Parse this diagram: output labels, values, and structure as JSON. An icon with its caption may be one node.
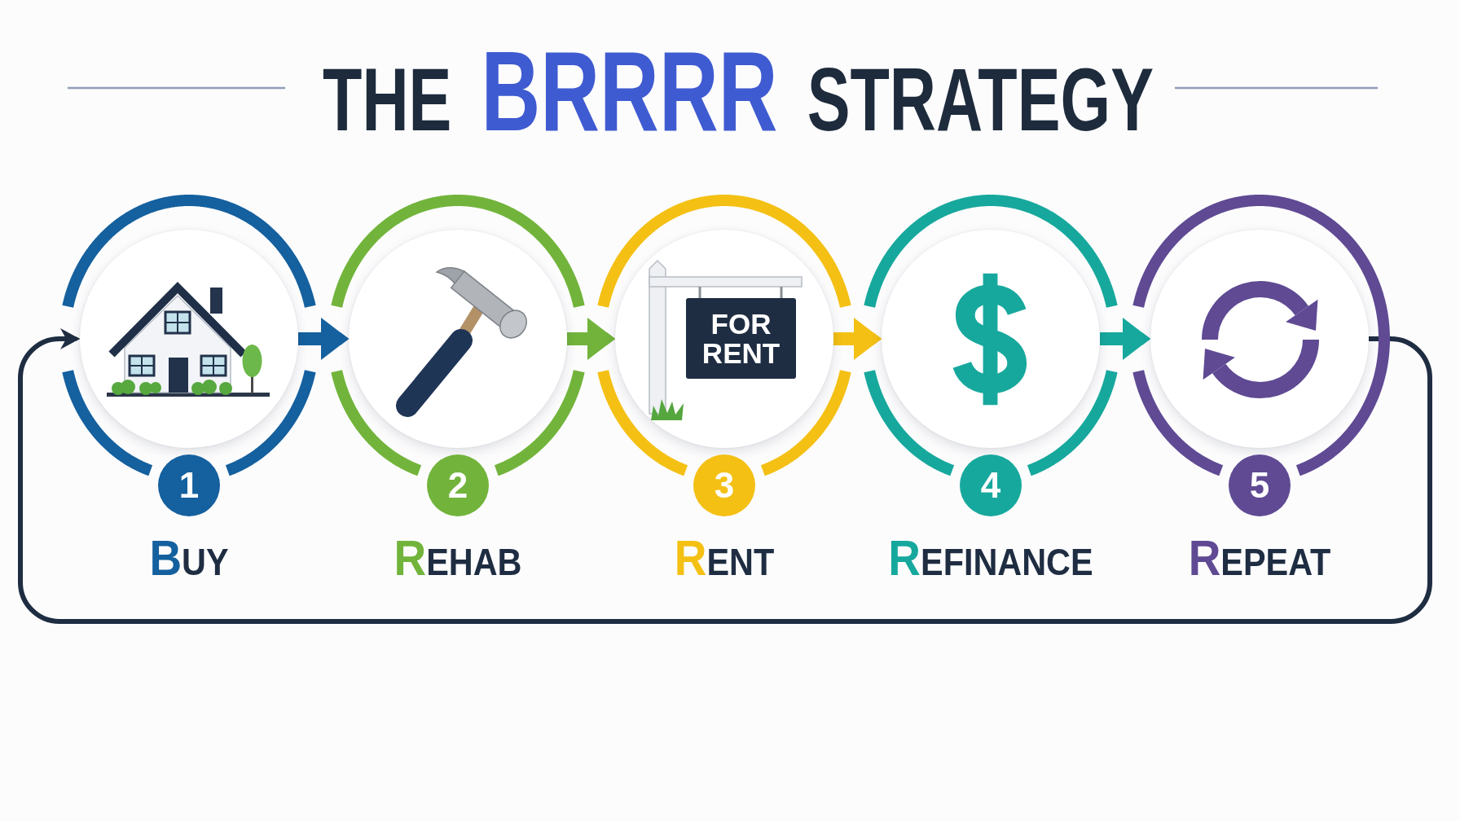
{
  "diagram": {
    "title": "THE **BRRRR** STRATEGY",
    "nodes": [
      {
        "text": [
          "1",
          "BUY"
        ]
      },
      {
        "text": [
          "2",
          "REHAB"
        ]
      },
      {
        "text": [
          "3",
          "RENT"
        ]
      },
      {
        "text": [
          "4",
          "REFINANCE"
        ]
      },
      {
        "text": [
          "5",
          "REPEAT"
        ]
      }
    ],
    "edges": [
      {
        "from": 0,
        "to": 1,
        "arrow": "to",
        "color": "#15609e"
      },
      {
        "from": 1,
        "to": 2,
        "arrow": "to",
        "color": "#72b43b"
      },
      {
        "from": 2,
        "to": 3,
        "arrow": "to",
        "color": "#f4c014"
      },
      {
        "from": 3,
        "to": 4,
        "arrow": "to",
        "color": "#17a89d"
      },
      {
        "from": 4,
        "to": 0,
        "arrow": "to",
        "color": "#1f2d42"
      }
    ],
    "labels": [
      "FOR RENT"
    ]
  }
}
